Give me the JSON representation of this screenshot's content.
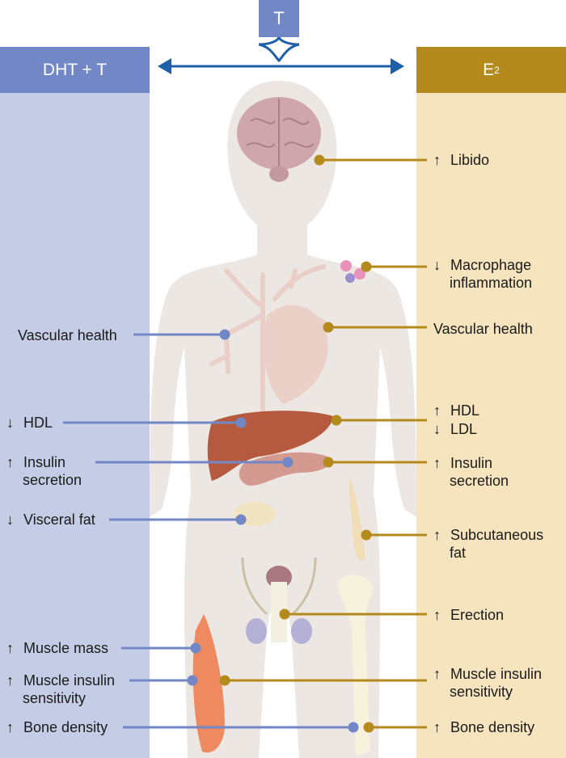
{
  "top_label": "T",
  "left_header": "DHT + T",
  "right_header": {
    "main": "E",
    "subscript": "2"
  },
  "left_labels": [
    {
      "arrow": "",
      "text": "Vascular health"
    },
    {
      "arrow": "↓",
      "text": "HDL"
    },
    {
      "arrow": "↑",
      "text": "Insulin"
    },
    {
      "arrow": "",
      "text": "secretion"
    },
    {
      "arrow": "↓",
      "text": "Visceral fat"
    },
    {
      "arrow": "↑",
      "text": "Muscle mass"
    },
    {
      "arrow": "↑",
      "text": "Muscle insulin"
    },
    {
      "arrow": "",
      "text": "sensitivity"
    },
    {
      "arrow": "↑",
      "text": "Bone density"
    }
  ],
  "right_labels": [
    {
      "arrow": "↑",
      "text": "Libido"
    },
    {
      "arrow": "↓",
      "text": "Macrophage"
    },
    {
      "arrow": "",
      "text": "inflammation"
    },
    {
      "arrow": "",
      "text": "Vascular health"
    },
    {
      "arrow": "↑",
      "text": "HDL"
    },
    {
      "arrow": "↓",
      "text": "LDL"
    },
    {
      "arrow": "↑",
      "text": "Insulin"
    },
    {
      "arrow": "",
      "text": "secretion"
    },
    {
      "arrow": "↑",
      "text": "Subcutaneous"
    },
    {
      "arrow": "",
      "text": "fat"
    },
    {
      "arrow": "↑",
      "text": "Erection"
    },
    {
      "arrow": "↑",
      "text": "Muscle insulin"
    },
    {
      "arrow": "",
      "text": "sensitivity"
    },
    {
      "arrow": "↑",
      "text": "Bone density"
    }
  ],
  "colors": {
    "left_accent": "#7287c5",
    "right_accent": "#b48a1c",
    "arrow": "#1d5fa8"
  }
}
